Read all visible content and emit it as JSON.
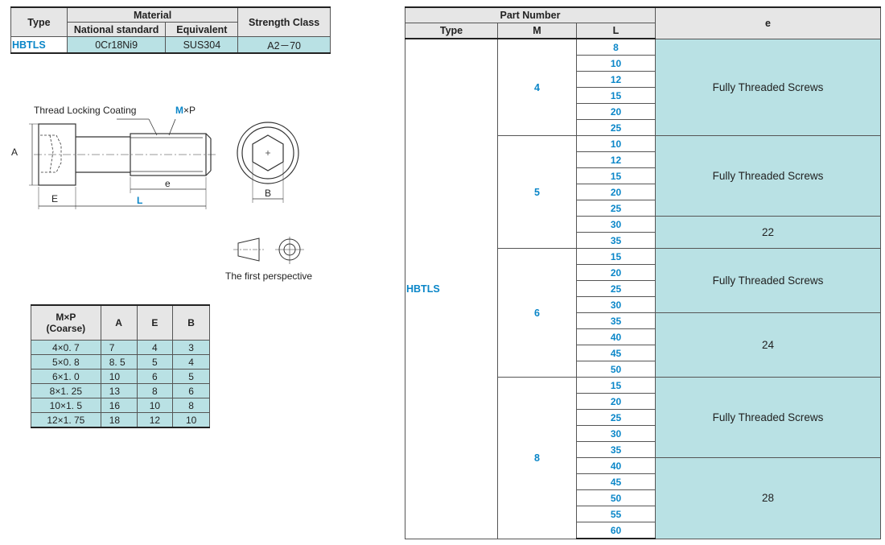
{
  "material_table": {
    "headers": {
      "type": "Type",
      "material": "Material",
      "national_standard": "National standard",
      "equivalent": "Equivalent",
      "strength_class": "Strength Class"
    },
    "row": {
      "type": "HBTLS",
      "national_standard": "0Cr18Ni9",
      "equivalent": "SUS304",
      "strength_class": "A2－70"
    }
  },
  "drawing": {
    "thread_locking_coating": "Thread Locking Coating",
    "mxp_m": "M",
    "mxp_rest": "×P",
    "label_a": "A",
    "label_e": "E",
    "label_l": "L",
    "label_e_thread": "e",
    "label_b": "B",
    "first_perspective": "The first perspective"
  },
  "dim_table": {
    "headers": {
      "mxp": "M×P",
      "coarse": "(Coarse)",
      "a": "A",
      "e": "E",
      "b": "B"
    },
    "rows": [
      {
        "mxp": "4×0. 7",
        "a": "7",
        "e": "4",
        "b": "3"
      },
      {
        "mxp": "5×0. 8",
        "a": "8. 5",
        "e": "5",
        "b": "4"
      },
      {
        "mxp": "6×1. 0",
        "a": "10",
        "e": "6",
        "b": "5"
      },
      {
        "mxp": "8×1. 25",
        "a": "13",
        "e": "8",
        "b": "6"
      },
      {
        "mxp": "10×1. 5",
        "a": "16",
        "e": "10",
        "b": "8"
      },
      {
        "mxp": "12×1. 75",
        "a": "18",
        "e": "12",
        "b": "10"
      }
    ]
  },
  "part_table": {
    "headers": {
      "part_number": "Part Number",
      "type": "Type",
      "m": "M",
      "l": "L",
      "e": "e"
    },
    "type": "HBTLS",
    "groups": [
      {
        "m": "4",
        "lengths": [
          "8",
          "10",
          "12",
          "15",
          "20",
          "25"
        ],
        "e_blocks": [
          {
            "text": "Fully Threaded Screws",
            "span": 6
          }
        ]
      },
      {
        "m": "5",
        "lengths": [
          "10",
          "12",
          "15",
          "20",
          "25",
          "30",
          "35"
        ],
        "e_blocks": [
          {
            "text": "Fully Threaded Screws",
            "span": 5
          },
          {
            "text": "22",
            "span": 2
          }
        ]
      },
      {
        "m": "6",
        "lengths": [
          "15",
          "20",
          "25",
          "30",
          "35",
          "40",
          "45",
          "50"
        ],
        "e_blocks": [
          {
            "text": "Fully Threaded Screws",
            "span": 4
          },
          {
            "text": "24",
            "span": 4
          }
        ]
      },
      {
        "m": "8",
        "lengths": [
          "15",
          "20",
          "25",
          "30",
          "35",
          "40",
          "45",
          "50",
          "55",
          "60"
        ],
        "e_blocks": [
          {
            "text": "Fully Threaded Screws",
            "span": 5
          },
          {
            "text": "28",
            "span": 5
          }
        ]
      }
    ]
  }
}
